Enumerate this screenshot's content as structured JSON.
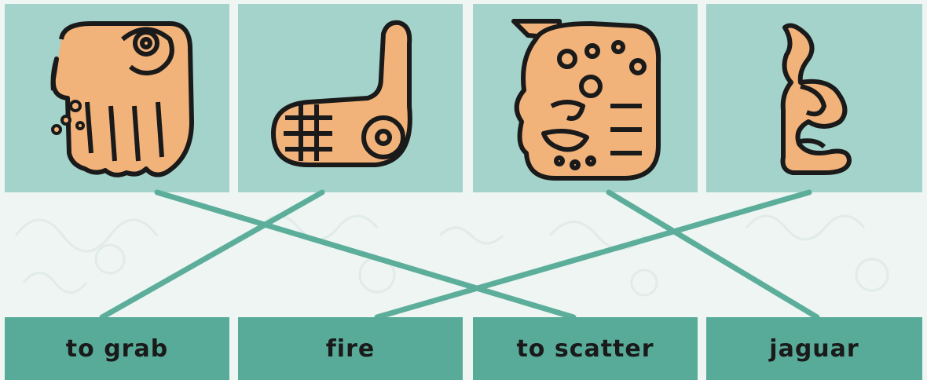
{
  "colors": {
    "background": "#eef5f3",
    "card": "#a3d3ca",
    "word_box": "#58ab98",
    "line": "#5cae9b",
    "glyph_fill": "#f2b37b",
    "glyph_outline": "#1a1a1a"
  },
  "glyphs": [
    {
      "icon": "grabbing-hand-glyph-icon"
    },
    {
      "icon": "fire-hand-glyph-icon"
    },
    {
      "icon": "jaguar-head-glyph-icon"
    },
    {
      "icon": "scatter-scroll-glyph-icon"
    }
  ],
  "words": [
    {
      "label": "to grab"
    },
    {
      "label": "fire"
    },
    {
      "label": "to scatter"
    },
    {
      "label": "jaguar"
    }
  ]
}
